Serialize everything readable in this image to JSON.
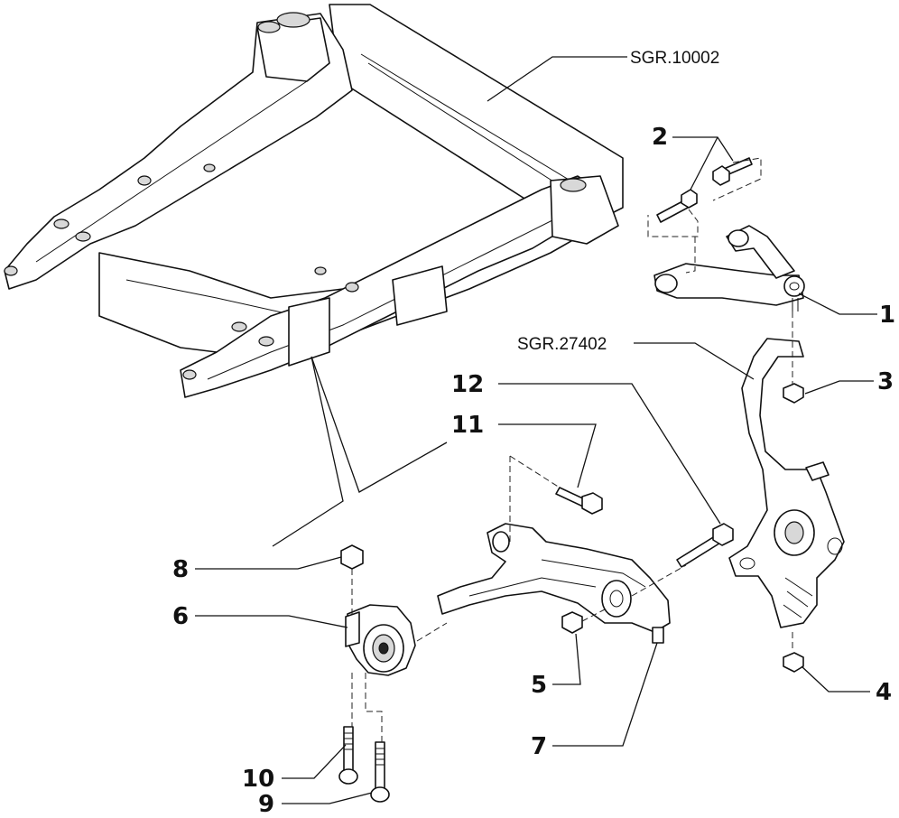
{
  "references": {
    "subframe": "SGR.10002",
    "knuckle": "SGR.27402"
  },
  "callouts": {
    "c1": "1",
    "c2": "2",
    "c3": "3",
    "c4": "4",
    "c5": "5",
    "c6": "6",
    "c7": "7",
    "c8": "8",
    "c9": "9",
    "c10": "10",
    "c11": "11",
    "c12": "12"
  }
}
